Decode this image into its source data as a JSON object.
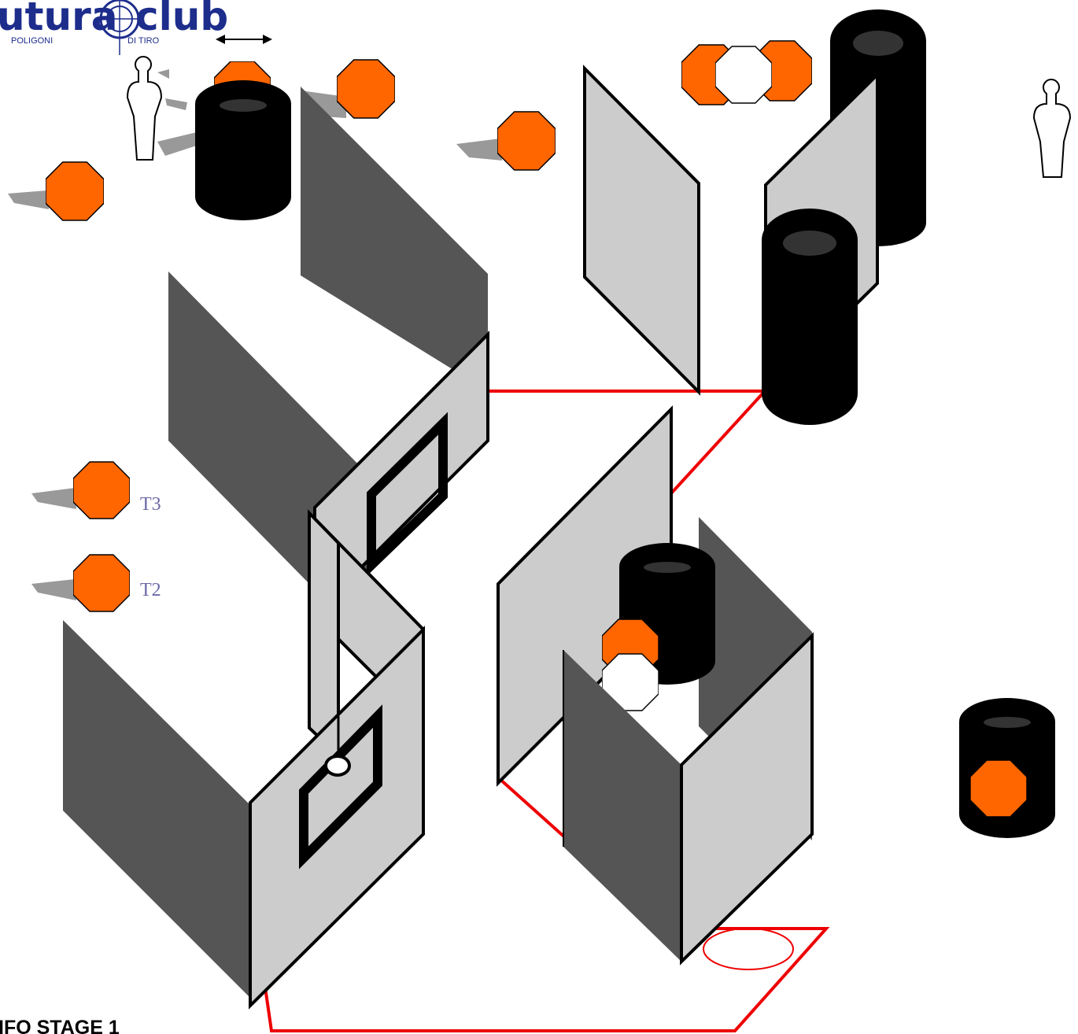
{
  "logo": {
    "left_word": "utura",
    "right_word": "club",
    "sub_left": "POLIGONI",
    "sub_right": "DI TIRO"
  },
  "labels": {
    "t3": "T3",
    "t2": "T2"
  },
  "stage_title": "IFO STAGE 1",
  "colors": {
    "steel_target": "#ff6600",
    "no_shoot": "#ffffff",
    "barrel": "#000000",
    "wall_light": "#cccccc",
    "wall_dark": "#555555",
    "fault_line": "#ee0000",
    "label_text": "#6b68a8",
    "logo_blue": "#1d2d8c"
  },
  "icons": {
    "mover": "double-arrow-icon",
    "popper": "octagon-icon",
    "silhouette": "silhouette-target-icon"
  }
}
